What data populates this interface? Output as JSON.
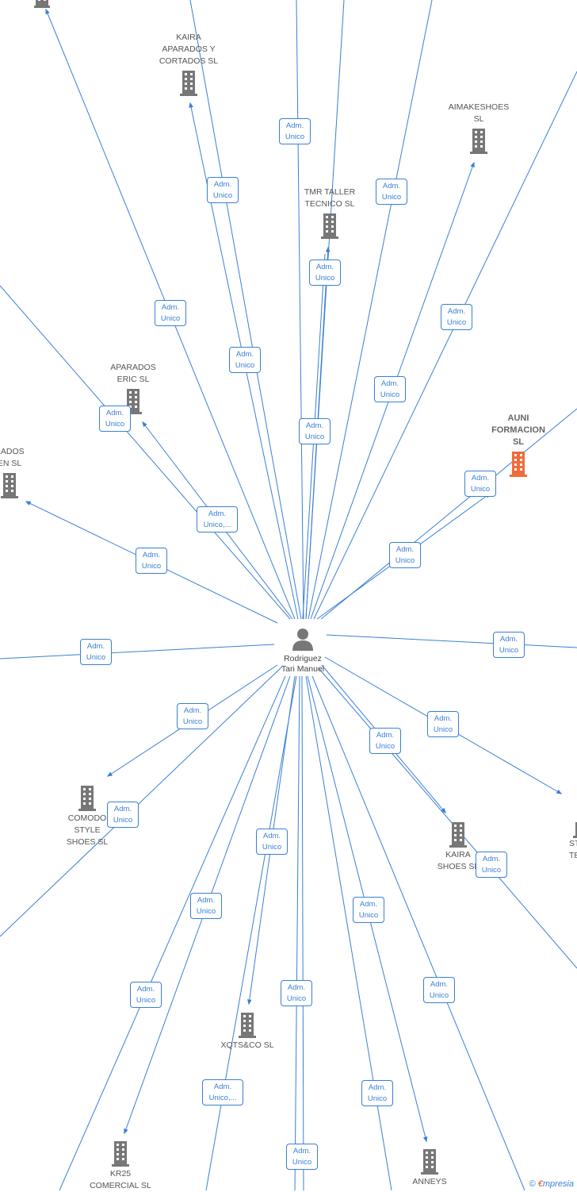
{
  "center": {
    "name_line1": "Rodriguez",
    "name_line2": "Tari Manuel",
    "icon": "person-icon"
  },
  "colors": {
    "edge": "#3a7fd5",
    "building": "#777777",
    "highlight": "#f26b3a"
  },
  "companies": [
    {
      "key": "kaira-aparados",
      "name": "KAIRA\nAPARADOS Y\nCORTADOS  SL"
    },
    {
      "key": "aimakeshoes",
      "name": "AIMAKESHOES\nSL"
    },
    {
      "key": "tmr-taller",
      "name": "TMR TALLER\nTECNICO  SL"
    },
    {
      "key": "aparados-eric",
      "name": "APARADOS\nERIC  SL"
    },
    {
      "key": "aparados-en",
      "name": "RADOS\nEN  SL"
    },
    {
      "key": "auni-formacion",
      "name": "AUNI\nFORMACION\nSL"
    },
    {
      "key": "comodo-style",
      "name": "COMODO\nSTYLE\nSHOES  SL"
    },
    {
      "key": "kaira-shoes",
      "name": "KAIRA\nSHOES  SL"
    },
    {
      "key": "st-tec",
      "name": "ST\nTEC"
    },
    {
      "key": "xqtsco",
      "name": "XQTS&CO  SL"
    },
    {
      "key": "kr25",
      "name": "KR25\nCOMERCIAL  SL"
    },
    {
      "key": "anneys",
      "name": "ANNEYS"
    },
    {
      "key": "top-left",
      "name": ""
    }
  ],
  "labels": [
    {
      "l1": "Adm.",
      "l2": "Unico"
    },
    {
      "l1": "Adm.",
      "l2": "Unico"
    },
    {
      "l1": "Adm.",
      "l2": "Unico"
    },
    {
      "l1": "Adm.",
      "l2": "Unico"
    },
    {
      "l1": "Adm.",
      "l2": "Unico"
    },
    {
      "l1": "Adm.",
      "l2": "Unico"
    },
    {
      "l1": "Adm.",
      "l2": "Unico"
    },
    {
      "l1": "Adm.",
      "l2": "Unico"
    },
    {
      "l1": "Adm.",
      "l2": "Unico"
    },
    {
      "l1": "Adm.",
      "l2": "Unico"
    },
    {
      "l1": "Adm.",
      "l2": "Unico,..."
    },
    {
      "l1": "Adm.",
      "l2": "Unico"
    },
    {
      "l1": "Adm.",
      "l2": "Unico"
    },
    {
      "l1": "Adm.",
      "l2": "Unico"
    },
    {
      "l1": "Adm.",
      "l2": "Unico"
    },
    {
      "l1": "Adm.",
      "l2": "Unico"
    },
    {
      "l1": "Adm.",
      "l2": "Unico"
    },
    {
      "l1": "Adm.",
      "l2": "Unico"
    },
    {
      "l1": "Adm.",
      "l2": "Unico"
    },
    {
      "l1": "Adm.",
      "l2": "Unico"
    },
    {
      "l1": "Adm.",
      "l2": "Unico"
    },
    {
      "l1": "Adm.",
      "l2": "Unico"
    },
    {
      "l1": "Adm.",
      "l2": "Unico"
    },
    {
      "l1": "Adm.",
      "l2": "Unico"
    },
    {
      "l1": "Adm.",
      "l2": "Unico,..."
    },
    {
      "l1": "Adm.",
      "l2": "Unico"
    },
    {
      "l1": "Adm.",
      "l2": "Unico"
    }
  ],
  "footer": {
    "copyright": "©",
    "brand_e": "€",
    "brand_rest": "mpresia"
  }
}
